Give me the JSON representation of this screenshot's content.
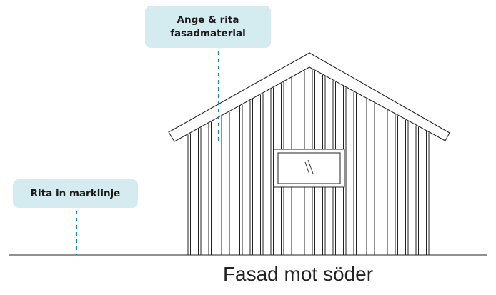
{
  "callouts": {
    "facade_material_line1": "Ange & rita",
    "facade_material_line2": "fasadmaterial",
    "ground_line": "Rita in marklinje"
  },
  "caption": "Fasad mot söder",
  "colors": {
    "callout_bg": "#d4ebf0",
    "leader_line": "#1f87b4",
    "drawing_stroke": "#222222"
  }
}
